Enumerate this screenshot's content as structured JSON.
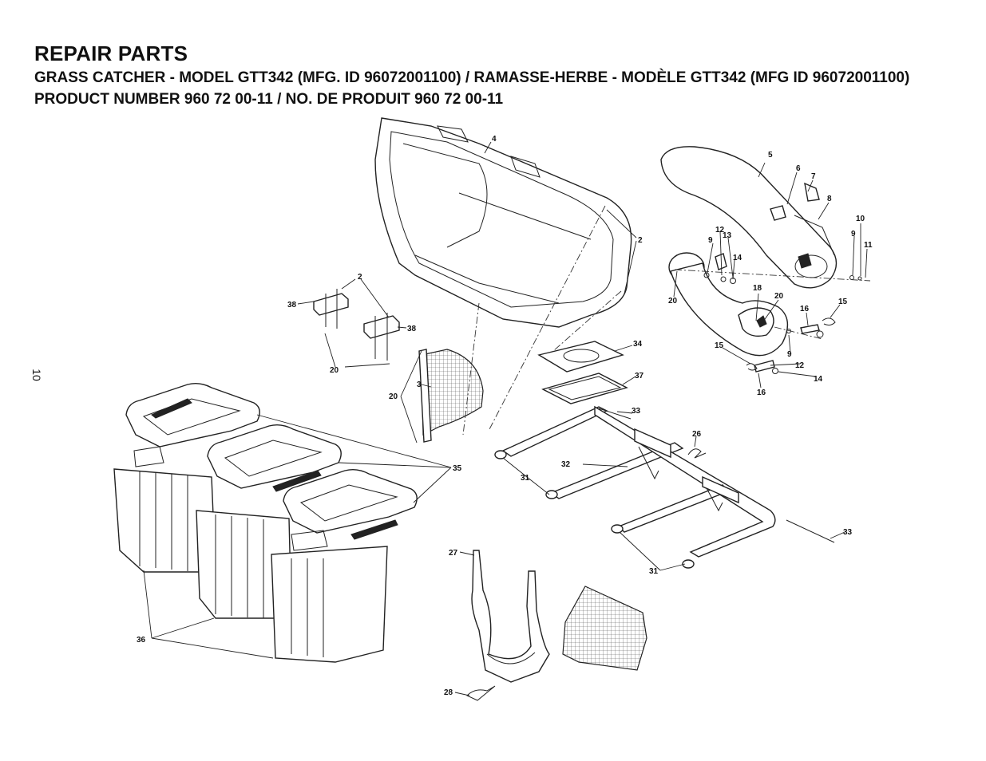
{
  "header": {
    "title": "REPAIR PARTS",
    "subtitle_line1": "GRASS CATCHER - MODEL GTT342 (MFG. ID 96072001100) / RAMASSE-HERBE - MODÈLE GTT342 (MFG ID 96072001100)",
    "subtitle_line2": "PRODUCT NUMBER 960 72 00-11 / NO. DE PRODUIT 960 72 00-11"
  },
  "page_number": "10",
  "callouts": {
    "c2a": "2",
    "c2b": "2",
    "c3": "3",
    "c4": "4",
    "c5": "5",
    "c6": "6",
    "c7": "7",
    "c8": "8",
    "c9a": "9",
    "c9b": "9",
    "c9c": "9",
    "c10": "10",
    "c11": "11",
    "c12a": "12",
    "c12b": "12",
    "c13": "13",
    "c14a": "14",
    "c14b": "14",
    "c15a": "15",
    "c15b": "15",
    "c16a": "16",
    "c16b": "16",
    "c18": "18",
    "c20a": "20",
    "c20b": "20",
    "c20c": "20",
    "c20d": "20",
    "c26": "26",
    "c27": "27",
    "c28": "28",
    "c31a": "31",
    "c31b": "31",
    "c32": "32",
    "c33a": "33",
    "c33b": "33",
    "c34": "34",
    "c35": "35",
    "c36": "36",
    "c37": "37",
    "c38a": "38",
    "c38b": "38"
  }
}
